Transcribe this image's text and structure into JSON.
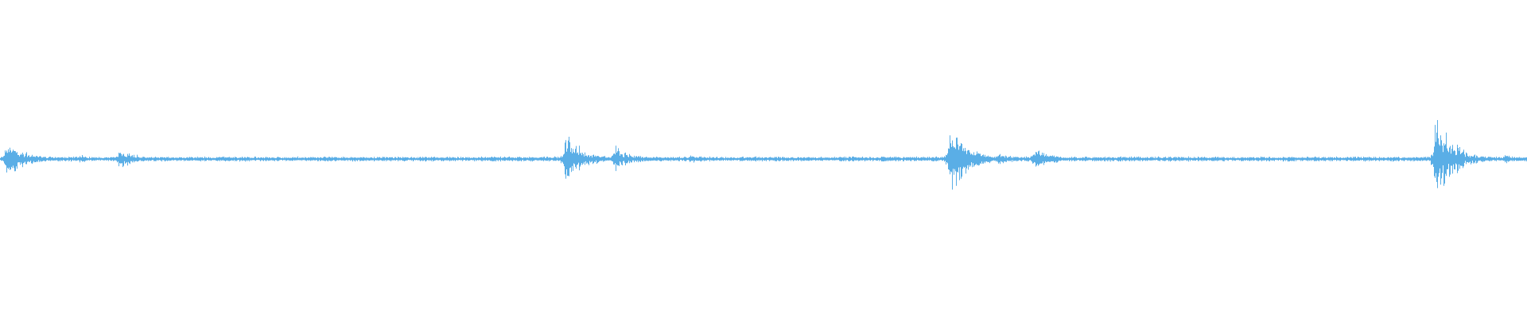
{
  "waveform": {
    "color": "#5aaee6",
    "background": "#ffffff",
    "style": "symmetric-amplitude-envelope",
    "baseline_amplitude": 0.02,
    "events": [
      {
        "center": 0.004,
        "amplitude": 0.24,
        "label": ""
      },
      {
        "center": 0.052,
        "amplitude": 0.05,
        "label": ""
      },
      {
        "center": 0.078,
        "amplitude": 0.12,
        "label": ""
      },
      {
        "center": 0.37,
        "amplitude": 0.32,
        "label": ""
      },
      {
        "center": 0.402,
        "amplitude": 0.16,
        "label": ""
      },
      {
        "center": 0.452,
        "amplitude": 0.05,
        "label": ""
      },
      {
        "center": 0.622,
        "amplitude": 0.42,
        "label": ""
      },
      {
        "center": 0.653,
        "amplitude": 0.08,
        "label": ""
      },
      {
        "center": 0.677,
        "amplitude": 0.14,
        "label": ""
      },
      {
        "center": 0.94,
        "amplitude": 0.52,
        "label": ""
      },
      {
        "center": 0.985,
        "amplitude": 0.06,
        "label": ""
      }
    ]
  }
}
